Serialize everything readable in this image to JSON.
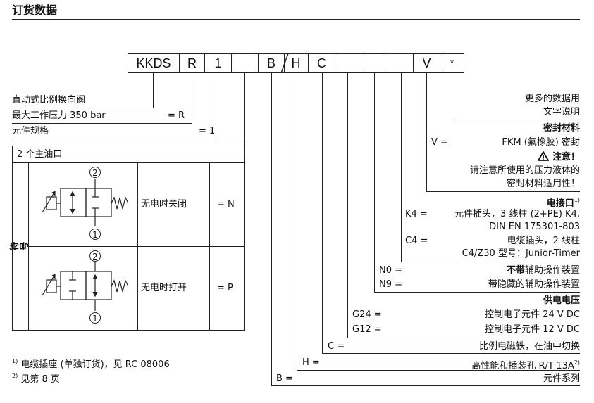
{
  "title": "订货数据",
  "code_cells": [
    "KKDS",
    "R",
    "1",
    "",
    "B",
    "H",
    "C",
    "",
    "",
    "",
    "V",
    "*"
  ],
  "left": {
    "valve_type": "直动式比例换向阀",
    "max_pressure_label": "最大工作压力 350 bar",
    "max_pressure_code": "= R",
    "size_label": "元件规格",
    "size_code": "= 1"
  },
  "ports": {
    "header": "2 个主油口",
    "symbol_label": "符号",
    "rows": [
      {
        "desc": "无电时关闭",
        "code": "= N",
        "port_top": "2",
        "port_bottom": "1"
      },
      {
        "desc": "无电时打开",
        "code": "= P",
        "port_top": "2",
        "port_bottom": "1"
      }
    ]
  },
  "footnotes": [
    {
      "mark": "1)",
      "text": "电缆插座 (单独订货)，见 RC 08006"
    },
    {
      "mark": "2)",
      "text": "见第 8 页"
    }
  ],
  "right": {
    "more_data_1": "更多的数据用",
    "more_data_2": "文字说明",
    "seal_title": "密封材料",
    "seal_v_code": "V =",
    "seal_v_desc": "FKM (氟橡胶) 密封",
    "attention": "注意！",
    "attention_1": "请注意所使用的压力液体的",
    "attention_2": "密封材料适用性！",
    "elec_title": "电接口",
    "elec_sup": "1)",
    "k4_code": "K4 =",
    "k4_desc_1": "元件插头，3 线柱 (2+PE) K4,",
    "k4_desc_2": "DIN EN 175301-803",
    "c4_code": "C4 =",
    "c4_desc_1": "电缆插头，2 线柱",
    "c4_desc_2": "C4/Z30 型号：Junior-Timer",
    "n0_code": "N0 =",
    "n0_bold": "不带",
    "n0_rest": "辅助操作装置",
    "n9_code": "N9 =",
    "n9_bold": "带",
    "n9_rest": "隐藏的辅助操作装置",
    "supply_title": "供电电压",
    "g24_code": "G24 =",
    "g24_desc": "控制电子元件 24 V DC",
    "g12_code": "G12 =",
    "g12_desc": "控制电子元件 12 V DC",
    "c_code": "C =",
    "c_desc": "比例电磁铁，在油中切换",
    "h_code": "H =",
    "h_desc": "高性能和插装孔 R/T-13A",
    "h_sup": "2)",
    "b_code": "B =",
    "b_desc": "元件系列"
  }
}
